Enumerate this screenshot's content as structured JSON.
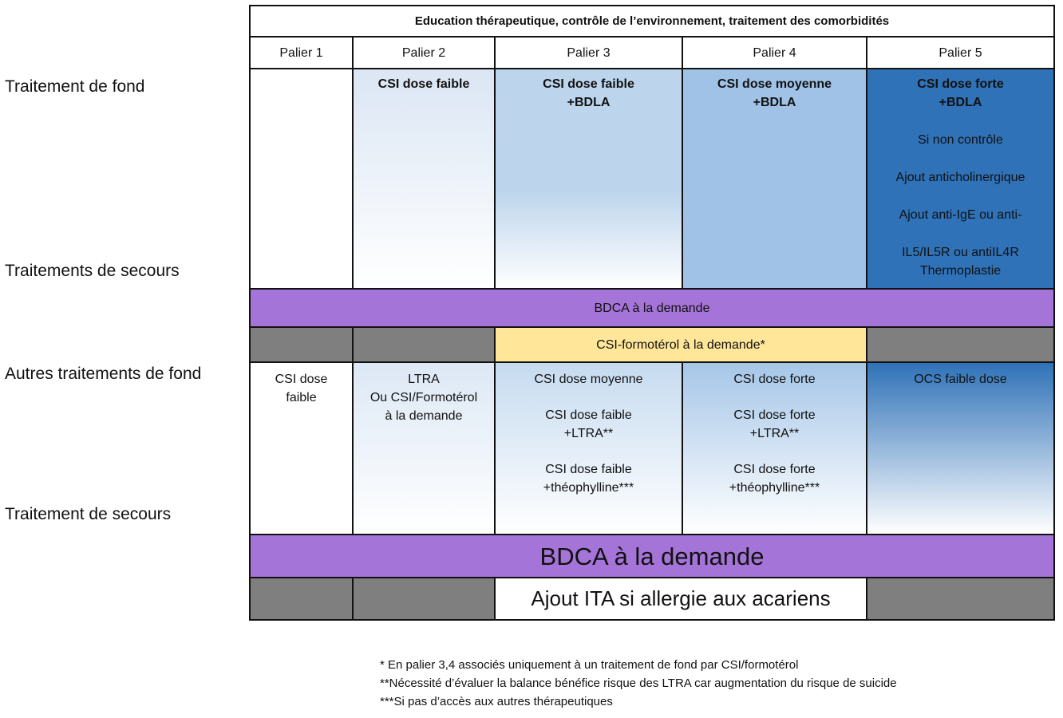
{
  "left_labels": {
    "traitement_de_fond": "Traitement de fond",
    "traitements_de_secours": "Traitements de secours",
    "autres_traitements_de_fond": "Autres traitements de fond",
    "traitement_de_secours": "Traitement de secours"
  },
  "header": "Education thérapeutique, contrôle de l’environnement, traitement des comorbidités",
  "paliers": [
    "Palier 1",
    "Palier 2",
    "Palier 3",
    "Palier 4",
    "Palier 5"
  ],
  "fond": {
    "p2": {
      "title": "CSI dose faible"
    },
    "p3": {
      "title": "CSI dose faible",
      "sub": "+BDLA"
    },
    "p4": {
      "title": "CSI dose moyenne",
      "sub": "+BDLA"
    },
    "p5": {
      "title": "CSI dose forte",
      "sub": "+BDLA",
      "lines": [
        "Si non contrôle",
        "Ajout anticholinergique",
        "Ajout anti-IgE ou anti-",
        "IL5/IL5R ou antiIL4R",
        "Thermoplastie"
      ]
    }
  },
  "secours_upper": "BDCA à la demande",
  "csi_formoterol": "CSI-formotérol à la demande*",
  "autres": {
    "p1": [
      "CSI dose",
      "faible"
    ],
    "p2": [
      "LTRA",
      "Ou CSI/Formotérol",
      "à la demande"
    ],
    "p3": [
      "CSI dose moyenne",
      "CSI dose faible",
      "+LTRA**",
      "CSI dose faible",
      "+théophylline***"
    ],
    "p4": [
      "CSI dose forte",
      "CSI dose forte",
      "+LTRA**",
      "CSI dose forte",
      "+théophylline***"
    ],
    "p5": [
      "OCS faible dose"
    ]
  },
  "secours_lower": "BDCA à la demande",
  "ita": "Ajout ITA si allergie aux acariens",
  "footnotes": [
    "* En palier 3,4 associés uniquement à un traitement de fond par CSI/formotérol",
    "**Nécessité d’évaluer la balance bénéfice risque des LTRA car augmentation du risque de suicide",
    "***Si pas d’accès aux autres thérapeutiques"
  ],
  "colors": {
    "purple": "#a574d8",
    "grey": "#7f7f7f",
    "yellow": "#ffe699",
    "palier5_blue": "#2f72b8"
  }
}
